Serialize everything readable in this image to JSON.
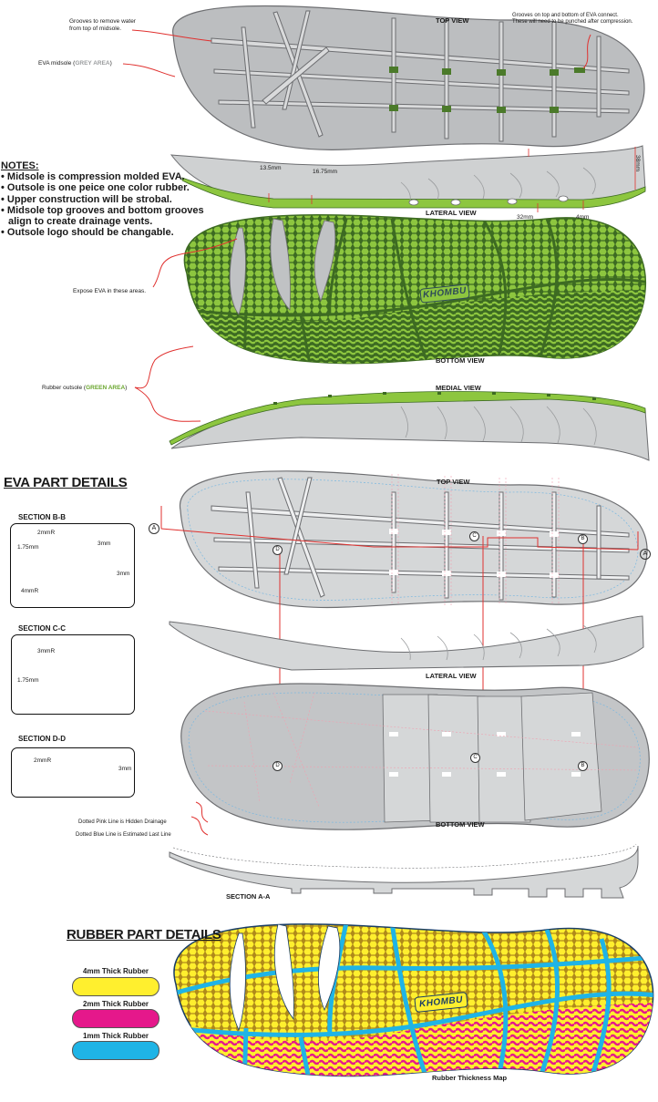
{
  "overview": {
    "top_view_label": "TOP VIEW",
    "lateral_view_label": "LATERAL VIEW",
    "bottom_view_label": "BOTTOM VIEW",
    "medial_view_label": "MEDIAL VIEW",
    "grooves_water_note": "Grooves to remove water\nfrom top of midsole.",
    "grooves_connect_note": "Grooves on top and bottom of EVA connect.\nThese will need to be punched after compression.",
    "eva_midsole_label": "EVA midsole (",
    "eva_midsole_grey": "GREY AREA",
    "eva_midsole_close": ")",
    "expose_eva_note": "Expose EVA in these areas.",
    "rubber_outsole_label": "Rubber outsole (",
    "rubber_outsole_green": "GREEN AREA",
    "rubber_outsole_close": ")",
    "dims": {
      "heel_height": "38mm",
      "d1": "13.5mm",
      "d2": "16.75mm",
      "d3": "32mm",
      "d4": "4mm"
    },
    "logo_text": "KHOMBU"
  },
  "notes": {
    "title": "NOTES:",
    "items": [
      "Midsole is compression molded EVA.",
      "Outsole is one peice one color rubber.",
      "Upper construction will be strobal.",
      "Midsole top grooves and bottom grooves\nalign to create drainage vents.",
      "Outsole logo should be changable."
    ]
  },
  "eva_details": {
    "heading": "EVA PART DETAILS",
    "top_view_label": "TOP VIEW",
    "lateral_view_label": "LATERAL VIEW",
    "bottom_view_label": "BOTTOM VIEW",
    "section_aa_label": "SECTION A-A",
    "markers": [
      "A",
      "B",
      "C",
      "D"
    ],
    "section_bb": {
      "title": "SECTION B-B",
      "r1": "2mmR",
      "t1": "1.75mm",
      "w1": "3mm",
      "h1": "3mm",
      "r2": "4mmR"
    },
    "section_cc": {
      "title": "SECTION C-C",
      "r1": "3mmR",
      "t1": "1.75mm"
    },
    "section_dd": {
      "title": "SECTION D-D",
      "r1": "2mmR",
      "w1": "3mm"
    },
    "pink_note": "Dotted Pink Line is Hidden Drainage",
    "blue_note": "Dotted Blue Line is Estimated Last Line"
  },
  "rubber_details": {
    "heading": "RUBBER PART DETAILS",
    "legend": [
      {
        "label": "4mm Thick Rubber",
        "color": "#ffef2e"
      },
      {
        "label": "2mm Thick Rubber",
        "color": "#e5188b"
      },
      {
        "label": "1mm Thick Rubber",
        "color": "#1fb4e6"
      }
    ],
    "map_label": "Rubber Thickness Map",
    "logo_text": "KHOMBU"
  },
  "colors": {
    "eva_grey": "#bcbec0",
    "rubber_green": "#8dc63f",
    "dark_green": "#3d6b22",
    "red_line": "#e0312f",
    "yellow": "#ffef2e",
    "magenta": "#e5188b",
    "cyan": "#1fb4e6"
  }
}
